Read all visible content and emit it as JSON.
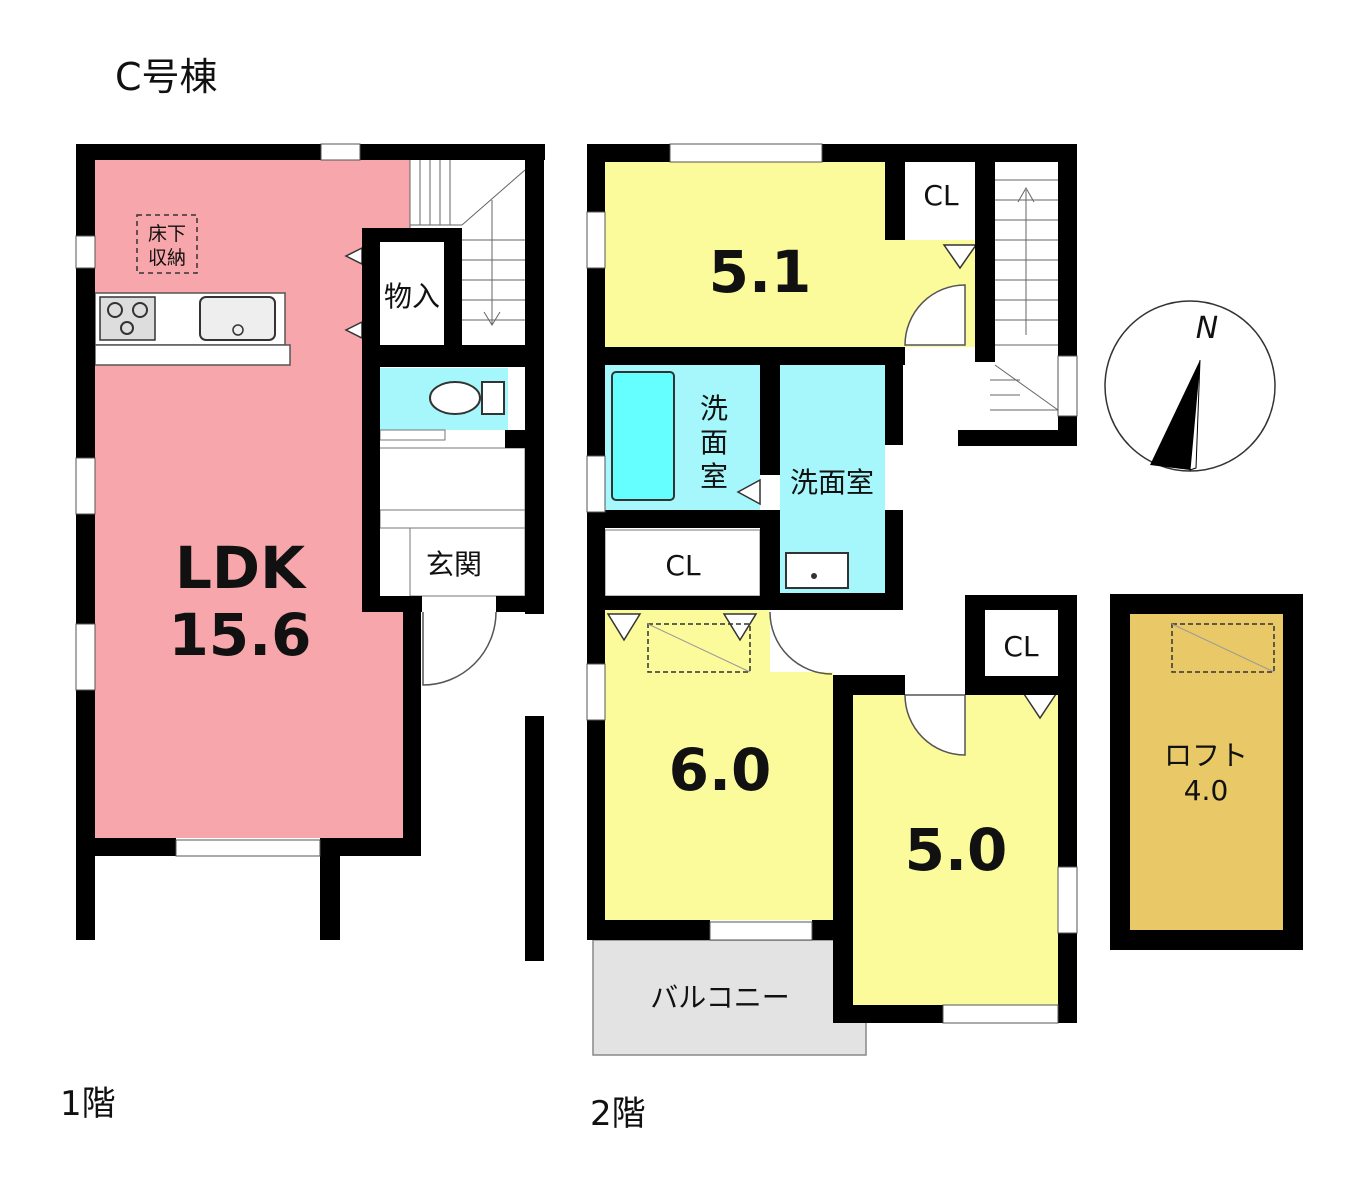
{
  "building_label": "C号棟",
  "floor1": {
    "label": "1階",
    "rooms": {
      "ldk_name": "LDK",
      "ldk_size": "15.6",
      "underfloor_line1": "床下",
      "underfloor_line2": "収納",
      "storage": "物入",
      "entrance": "玄関"
    }
  },
  "floor2": {
    "label": "2階",
    "rooms": {
      "north_room_size": "5.1",
      "north_closet": "CL",
      "wash_room_vertical": "洗面室",
      "wash_room_horizontal": "洗面室",
      "west_closet": "CL",
      "west_room_size": "6.0",
      "east_closet": "CL",
      "east_room_size": "5.0",
      "balcony": "バルコニー"
    }
  },
  "loft": {
    "name": "ロフト",
    "size": "4.0"
  },
  "compass": {
    "north": "N"
  },
  "colors": {
    "ldk": "#f7a6ab",
    "bedroom": "#fbfb9b",
    "wet_area": "#a6f7fb",
    "loft": "#e8c867",
    "balcony": "#e3e3e3",
    "wall": "#000000"
  }
}
